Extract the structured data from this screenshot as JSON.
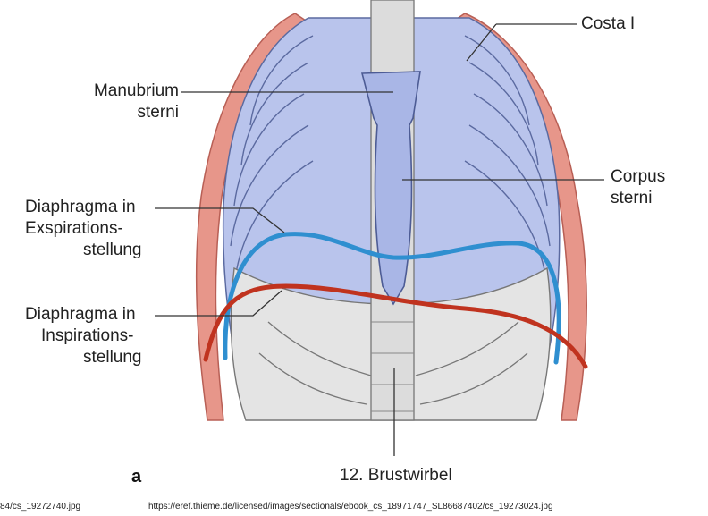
{
  "labels": {
    "costa": "Costa I",
    "manubrium_1": "Manubrium",
    "manubrium_2": "sterni",
    "corpus_1": "Corpus",
    "corpus_2": "sterni",
    "exsp_1": "Diaphragma in",
    "exsp_2": "Exspirations-",
    "exsp_3": "stellung",
    "insp_1": "Diaphragma in",
    "insp_2": "Inspirations-",
    "insp_3": "stellung",
    "brustwirbel": "12. Brustwirbel",
    "panel": "a"
  },
  "footer": {
    "left_url": "84/cs_19272740.jpg",
    "right_url": "https://eref.thieme.de/licensed/images/sectionals/ebook_cs_18971747_SL86687402/cs_19273024.jpg"
  },
  "colors": {
    "rib_blue": "#b9c4ec",
    "rib_grey": "#e4e4e4",
    "muscle_red": "#e7968a",
    "expiration_line": "#2f8fd0",
    "inspiration_line": "#c0331f"
  }
}
